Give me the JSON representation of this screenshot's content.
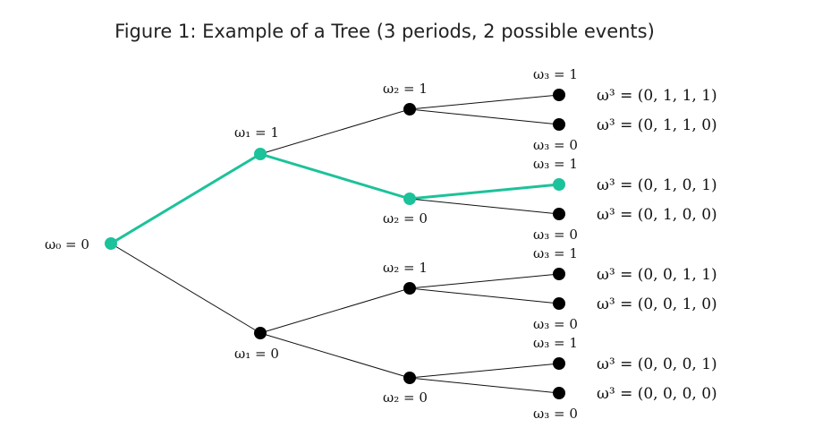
{
  "title": "Figure 1: Example of a Tree (3 periods, 2 possible events)",
  "colors": {
    "highlight": "#1cc29a",
    "node": "#000000",
    "edge": "#111111"
  },
  "nodes": {
    "root": {
      "label": "ω₀ = 0"
    },
    "n1_1": {
      "label": "ω₁ = 1"
    },
    "n1_0": {
      "label": "ω₁ = 0"
    },
    "n2_11": {
      "label": "ω₂ = 1"
    },
    "n2_10": {
      "label": "ω₂ = 0"
    },
    "n2_01": {
      "label": "ω₂ = 1"
    },
    "n2_00": {
      "label": "ω₂ = 0"
    },
    "leaves": [
      {
        "label": "ω₃ = 1",
        "outcome": "ω³ = (0, 1, 1, 1)"
      },
      {
        "label": "ω₃ = 0",
        "outcome": "ω³ = (0, 1, 1, 0)"
      },
      {
        "label": "ω₃ = 1",
        "outcome": "ω³ = (0, 1, 0, 1)"
      },
      {
        "label": "ω₃ = 0",
        "outcome": "ω³ = (0, 1, 0, 0)"
      },
      {
        "label": "ω₃ = 1",
        "outcome": "ω³ = (0, 0, 1, 1)"
      },
      {
        "label": "ω₃ = 0",
        "outcome": "ω³ = (0, 0, 1, 0)"
      },
      {
        "label": "ω₃ = 1",
        "outcome": "ω³ = (0, 0, 0, 1)"
      },
      {
        "label": "ω₃ = 0",
        "outcome": "ω³ = (0, 0, 0, 0)"
      }
    ]
  }
}
